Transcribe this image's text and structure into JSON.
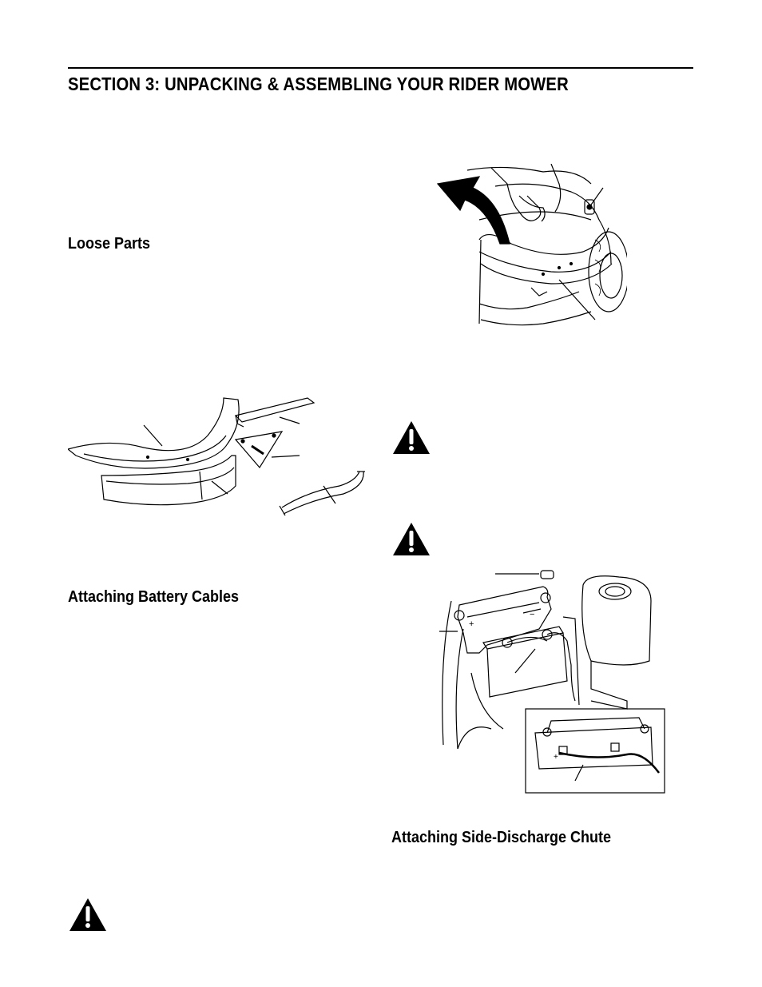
{
  "page": {
    "section_title": "SECTION 3:  UNPACKING & ASSEMBLING YOUR RIDER MOWER",
    "headings": {
      "loose_parts": "Loose Parts",
      "battery_cables": "Attaching Battery Cables",
      "side_chute": "Attaching Side-Discharge Chute"
    }
  },
  "figures": {
    "seat_lift": {
      "icon": "seat-lift-illustration-icon"
    },
    "loose_parts": {
      "icon": "loose-parts-illustration-icon"
    },
    "battery": {
      "icon": "battery-illustration-icon"
    }
  },
  "warnings": [
    {
      "icon": "warning-triangle-icon"
    },
    {
      "icon": "warning-triangle-icon"
    },
    {
      "icon": "warning-triangle-icon"
    }
  ],
  "colors": {
    "ink": "#000000",
    "paper": "#ffffff"
  }
}
